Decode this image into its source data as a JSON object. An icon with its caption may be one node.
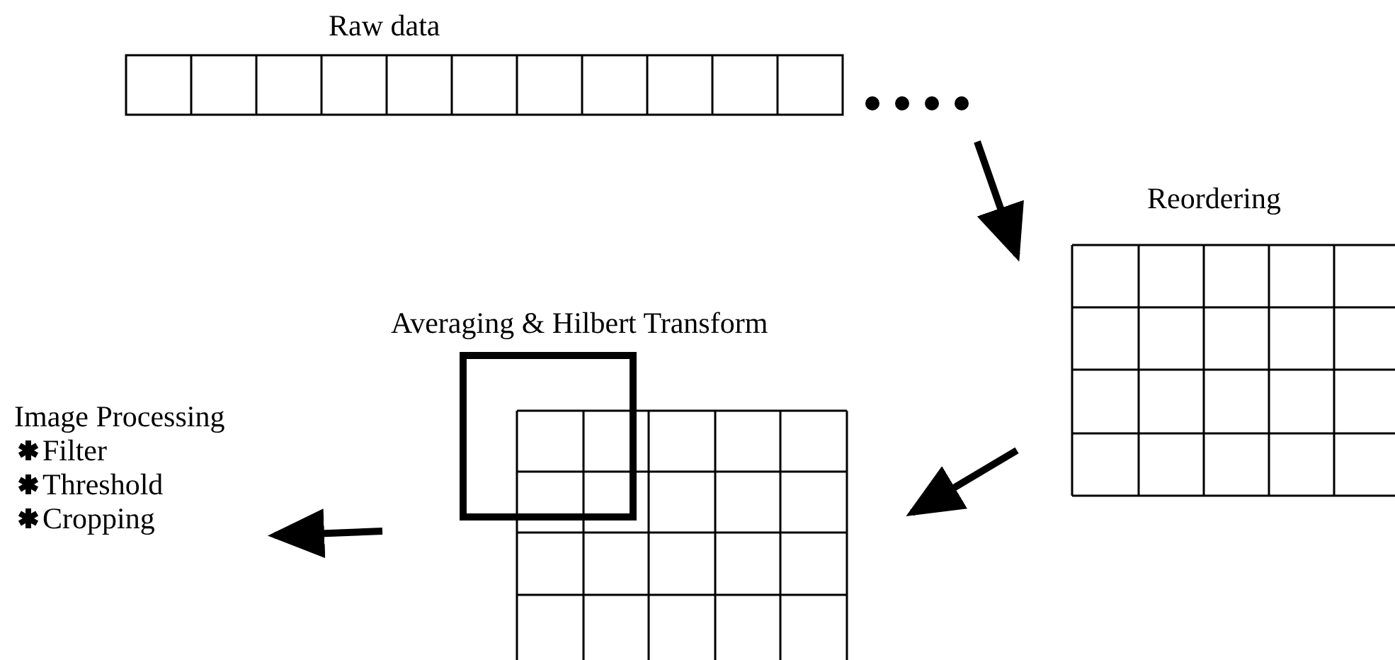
{
  "diagram": {
    "nodes": [
      {
        "text": [
          "Raw data"
        ]
      },
      {
        "text": [
          "Reordering"
        ]
      },
      {
        "text": [
          "Averaging & Hilbert Transform"
        ]
      },
      {
        "text": [
          "Image Processing",
          "Filter",
          "Threshold",
          "Cropping"
        ]
      }
    ],
    "edges": [
      {
        "from": 0,
        "to": 1,
        "arrow": "to"
      },
      {
        "from": 1,
        "to": 2,
        "arrow": "to"
      },
      {
        "from": 2,
        "to": 3,
        "arrow": "to"
      }
    ]
  }
}
